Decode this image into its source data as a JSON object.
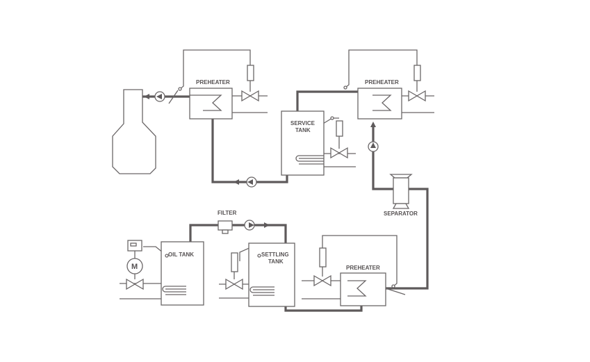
{
  "labels": {
    "preheater_top_left": "PREHEATER",
    "preheater_top_right": "PREHEATER",
    "service_tank_line1": "SERVICE",
    "service_tank_line2": "TANK",
    "separator": "SEPARATOR",
    "filter": "FILTER",
    "oil_tank": "OIL TANK",
    "settling_tank_line1": "SETTLING",
    "settling_tank_line2": "TANK",
    "preheater_bottom": "PREHEATER",
    "motor_symbol": "M"
  },
  "colors": {
    "pipe": "#5e5a5b",
    "line": "#6a6667",
    "text": "#555152",
    "background": "#ffffff"
  }
}
